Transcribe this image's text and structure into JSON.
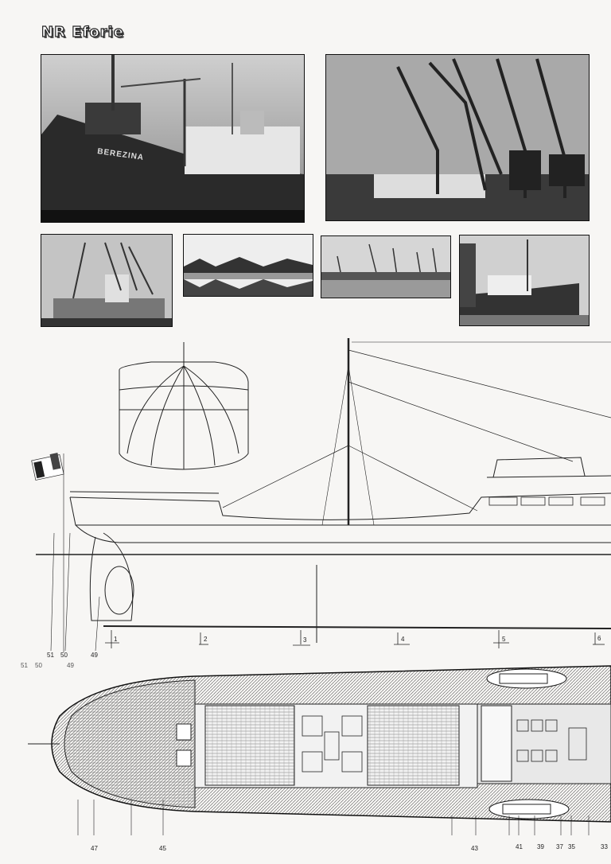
{
  "title": "NR Eforie",
  "photos": [
    {
      "name": "photo-berezina-ship",
      "painted_text": "BEREZINA"
    },
    {
      "name": "photo-cranes-port"
    },
    {
      "name": "photo-ship-cranes-small"
    },
    {
      "name": "photo-ship-reflection"
    },
    {
      "name": "photo-harbor-cranes"
    },
    {
      "name": "photo-ship-quay"
    }
  ],
  "elevation": {
    "stations": [
      "1",
      "2",
      "3",
      "4",
      "5",
      "6"
    ],
    "frame_labels": [
      "51",
      "50",
      "49"
    ],
    "frame_labels_secondary": [
      "51",
      "50",
      "49"
    ]
  },
  "plan": {
    "frame_labels": [
      "47",
      "45",
      "43",
      "41",
      "39",
      "37",
      "35",
      "33"
    ]
  }
}
